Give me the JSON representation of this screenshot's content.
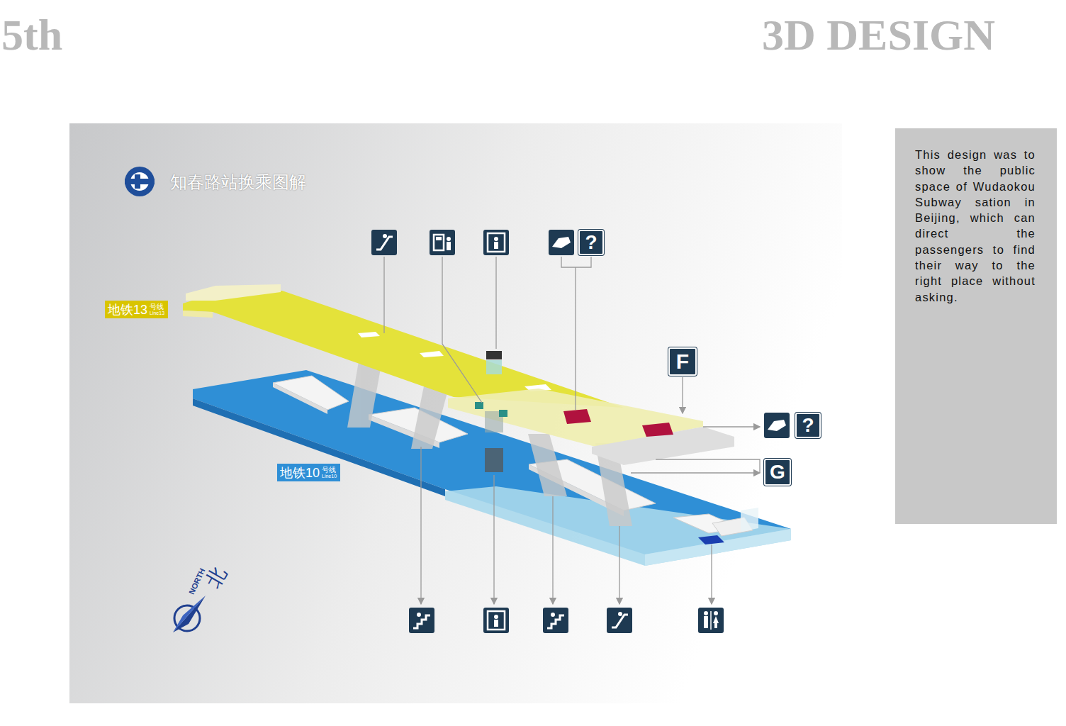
{
  "diagram": {
    "title": "3D DESIGN",
    "nodes": [
      {
        "text": [
          "This design was to show the public space of Wudaokou Subway sation in Beijing, which can direct the passengers to find their way to the right place without asking."
        ]
      },
      {
        "text": [
          "地铁13",
          "号线",
          "Line13"
        ]
      },
      {
        "text": [
          "地铁10",
          "号线",
          "Line10"
        ]
      },
      {
        "text": [
          "F"
        ]
      },
      {
        "text": [
          "G"
        ]
      },
      {
        "text": [
          "?"
        ]
      },
      {
        "text": [
          "?"
        ]
      }
    ],
    "labels": [
      "5th",
      "知春路站换乘图解",
      "北",
      "NORTH"
    ]
  }
}
